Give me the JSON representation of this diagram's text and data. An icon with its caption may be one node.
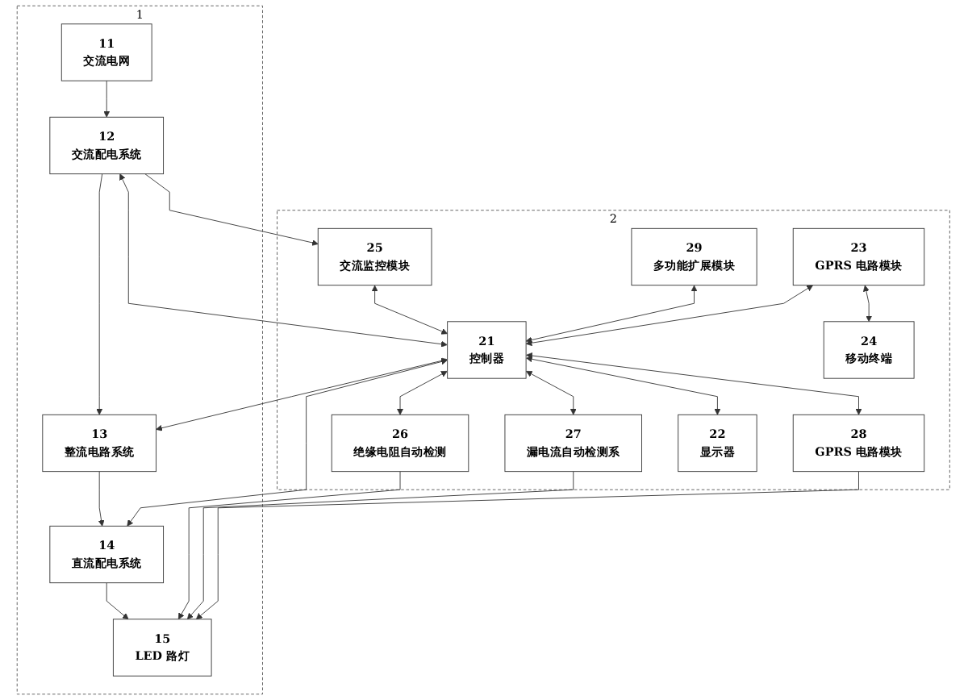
{
  "diagram": {
    "nodes": [
      {
        "text": [
          "1"
        ]
      },
      {
        "text": [
          "11",
          "交流电网"
        ],
        "in": 0
      },
      {
        "text": [
          "12",
          "交流配电系统"
        ],
        "in": 0
      },
      {
        "text": [
          "13",
          "整流电路系统"
        ],
        "in": 0
      },
      {
        "text": [
          "14",
          "直流配电系统"
        ],
        "in": 0
      },
      {
        "text": [
          "15",
          "LED 路灯"
        ],
        "in": 0
      },
      {
        "text": [
          "2"
        ]
      },
      {
        "text": [
          "25",
          "交流监控模块"
        ],
        "in": 6
      },
      {
        "text": [
          "21",
          "控制器"
        ],
        "in": 6
      },
      {
        "text": [
          "26",
          "绝缘电阻自动检测"
        ],
        "in": 6
      },
      {
        "text": [
          "29",
          "多功能扩展模块"
        ],
        "in": 6
      },
      {
        "text": [
          "27",
          "漏电流自动检测系"
        ],
        "in": 6
      },
      {
        "text": [
          "23",
          "GPRS 电路模块"
        ],
        "in": 6
      },
      {
        "text": [
          "28",
          "GPRS 电路模块"
        ],
        "in": 6
      },
      {
        "text": [
          "24",
          "移动终端"
        ],
        "in": 6
      },
      {
        "text": [
          "22",
          "显示器"
        ],
        "in": 6
      }
    ],
    "edges": [
      {
        "from": 1,
        "to": 2,
        "arrow": "to"
      },
      {
        "from": 2,
        "to": 3,
        "arrow": "to"
      },
      {
        "from": 3,
        "to": 4,
        "arrow": "to"
      },
      {
        "from": 4,
        "to": 5,
        "arrow": "to"
      },
      {
        "from": 2,
        "to": 7,
        "arrow": "to"
      },
      {
        "from": 8,
        "to": 2,
        "arrow": "both"
      },
      {
        "from": 8,
        "to": 3,
        "arrow": "both"
      },
      {
        "from": 8,
        "to": 4,
        "arrow": "both"
      },
      {
        "from": 7,
        "to": 8,
        "arrow": "both"
      },
      {
        "from": 10,
        "to": 8,
        "arrow": "both"
      },
      {
        "from": 12,
        "to": 8,
        "arrow": "both"
      },
      {
        "from": 8,
        "to": 9,
        "arrow": "both"
      },
      {
        "from": 8,
        "to": 11,
        "arrow": "both"
      },
      {
        "from": 8,
        "to": 13,
        "arrow": "both"
      },
      {
        "from": 9,
        "to": 5,
        "arrow": "to"
      },
      {
        "from": 11,
        "to": 5,
        "arrow": "to"
      },
      {
        "from": 13,
        "to": 5,
        "arrow": "to"
      },
      {
        "from": 12,
        "to": 14,
        "arrow": "both"
      },
      {
        "from": 8,
        "to": 15,
        "arrow": "both"
      }
    ]
  }
}
